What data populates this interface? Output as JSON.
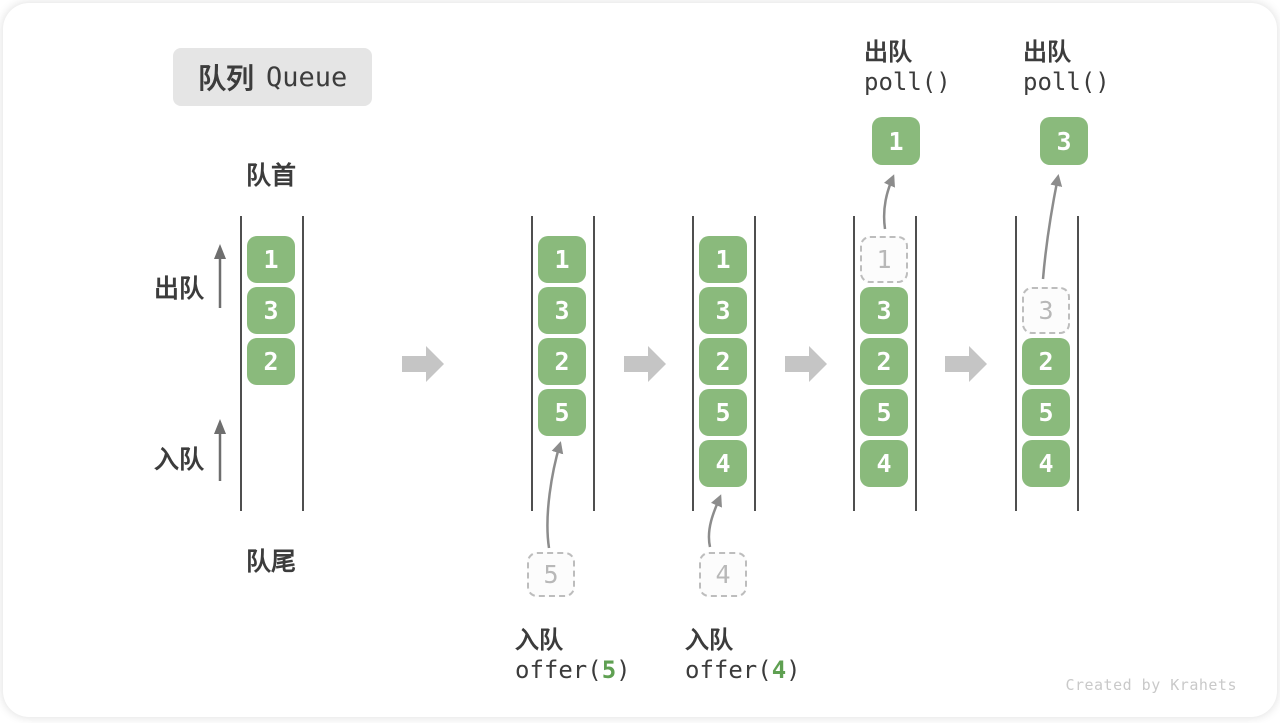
{
  "title": {
    "zh": "队列",
    "en": "Queue"
  },
  "labels": {
    "head": "队首",
    "tail": "队尾",
    "dequeue": "出队",
    "enqueue": "入队"
  },
  "watermark": "Created by Krahets",
  "colors": {
    "box_green": "#8ABA7C",
    "code_green": "#5FA052",
    "text_dark": "#3C3C3C",
    "ghost_border": "#BDBDBD",
    "ghost_text": "#B8B8B8",
    "block_arrow": "#C5C5C5",
    "curve_arrow": "#8C8C8C",
    "up_arrow": "#6E6E6E",
    "line": "#4F4F4F",
    "title_bg": "#E5E5E5",
    "watermark_gray": "#C9C9C9"
  },
  "columns": [
    {
      "slots": [
        {
          "slot": 0,
          "value": "1",
          "style": "filled"
        },
        {
          "slot": 1,
          "value": "3",
          "style": "filled"
        },
        {
          "slot": 2,
          "value": "2",
          "style": "filled"
        }
      ]
    },
    {
      "slots": [
        {
          "slot": 0,
          "value": "1",
          "style": "filled"
        },
        {
          "slot": 1,
          "value": "3",
          "style": "filled"
        },
        {
          "slot": 2,
          "value": "2",
          "style": "filled"
        },
        {
          "slot": 3,
          "value": "5",
          "style": "filled"
        }
      ],
      "pending_value": "5",
      "op": {
        "label": "入队",
        "position": "bottom",
        "code": [
          {
            "t": "offer(",
            "c": "dark"
          },
          {
            "t": "5",
            "c": "green"
          },
          {
            "t": ")",
            "c": "dark"
          }
        ]
      }
    },
    {
      "slots": [
        {
          "slot": 0,
          "value": "1",
          "style": "filled"
        },
        {
          "slot": 1,
          "value": "3",
          "style": "filled"
        },
        {
          "slot": 2,
          "value": "2",
          "style": "filled"
        },
        {
          "slot": 3,
          "value": "5",
          "style": "filled"
        },
        {
          "slot": 4,
          "value": "4",
          "style": "filled"
        }
      ],
      "pending_value": "4",
      "op": {
        "label": "入队",
        "position": "bottom",
        "code": [
          {
            "t": "offer(",
            "c": "dark"
          },
          {
            "t": "4",
            "c": "green"
          },
          {
            "t": ")",
            "c": "dark"
          }
        ]
      }
    },
    {
      "slots": [
        {
          "slot": 0,
          "value": "1",
          "style": "ghost"
        },
        {
          "slot": 1,
          "value": "3",
          "style": "filled"
        },
        {
          "slot": 2,
          "value": "2",
          "style": "filled"
        },
        {
          "slot": 3,
          "value": "5",
          "style": "filled"
        },
        {
          "slot": 4,
          "value": "4",
          "style": "filled"
        }
      ],
      "result_value": "1",
      "op": {
        "label": "出队",
        "position": "top",
        "code": [
          {
            "t": "poll()",
            "c": "dark"
          }
        ]
      }
    },
    {
      "slots": [
        {
          "slot": 1,
          "value": "3",
          "style": "ghost"
        },
        {
          "slot": 2,
          "value": "2",
          "style": "filled"
        },
        {
          "slot": 3,
          "value": "5",
          "style": "filled"
        },
        {
          "slot": 4,
          "value": "4",
          "style": "filled"
        }
      ],
      "result_value": "3",
      "op": {
        "label": "出队",
        "position": "top",
        "code": [
          {
            "t": "poll()",
            "c": "dark"
          }
        ]
      }
    }
  ]
}
